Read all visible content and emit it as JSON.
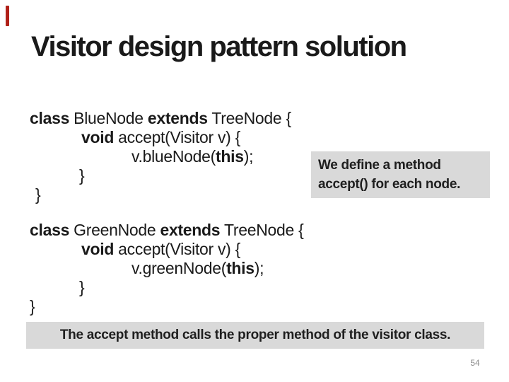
{
  "slide": {
    "title": "Visitor design pattern solution",
    "page_number": "54",
    "colors": {
      "accent_red": "#b02018",
      "box_gray": "#d9d9d9"
    },
    "callout": {
      "line1": "We define a method",
      "line2": "accept() for each node."
    },
    "footer": {
      "text": "The accept method calls the proper method of the visitor class."
    },
    "code_blocks": [
      {
        "lines": [
          {
            "indent": 0,
            "segments": [
              {
                "t": "class",
                "b": 1
              },
              {
                "t": " BlueNode ",
                "b": 0
              },
              {
                "t": "extends",
                "b": 1
              },
              {
                "t": " TreeNode {",
                "b": 0
              }
            ]
          },
          {
            "indent": 73,
            "segments": [
              {
                "t": "void",
                "b": 1
              },
              {
                "t": " accept(Visitor v) {",
                "b": 0
              }
            ]
          },
          {
            "indent": 144,
            "segments": [
              {
                "t": "v.blueNode(",
                "b": 0
              },
              {
                "t": "this",
                "b": 1
              },
              {
                "t": ");",
                "b": 0
              }
            ]
          },
          {
            "indent": 70,
            "segments": [
              {
                "t": "}",
                "b": 0
              }
            ]
          },
          {
            "indent": 8,
            "segments": [
              {
                "t": "}",
                "b": 0
              }
            ]
          }
        ]
      },
      {
        "lines": [
          {
            "indent": 0,
            "segments": [
              {
                "t": "class",
                "b": 1
              },
              {
                "t": " GreenNode ",
                "b": 0
              },
              {
                "t": "extends",
                "b": 1
              },
              {
                "t": " TreeNode {",
                "b": 0
              }
            ]
          },
          {
            "indent": 73,
            "segments": [
              {
                "t": "void",
                "b": 1
              },
              {
                "t": " accept(Visitor v) {",
                "b": 0
              }
            ]
          },
          {
            "indent": 144,
            "segments": [
              {
                "t": "v.greenNode(",
                "b": 0
              },
              {
                "t": "this",
                "b": 1
              },
              {
                "t": ");",
                "b": 0
              }
            ]
          },
          {
            "indent": 70,
            "segments": [
              {
                "t": "}",
                "b": 0
              }
            ]
          },
          {
            "indent": 0,
            "segments": [
              {
                "t": "}",
                "b": 0
              }
            ]
          }
        ]
      }
    ]
  }
}
